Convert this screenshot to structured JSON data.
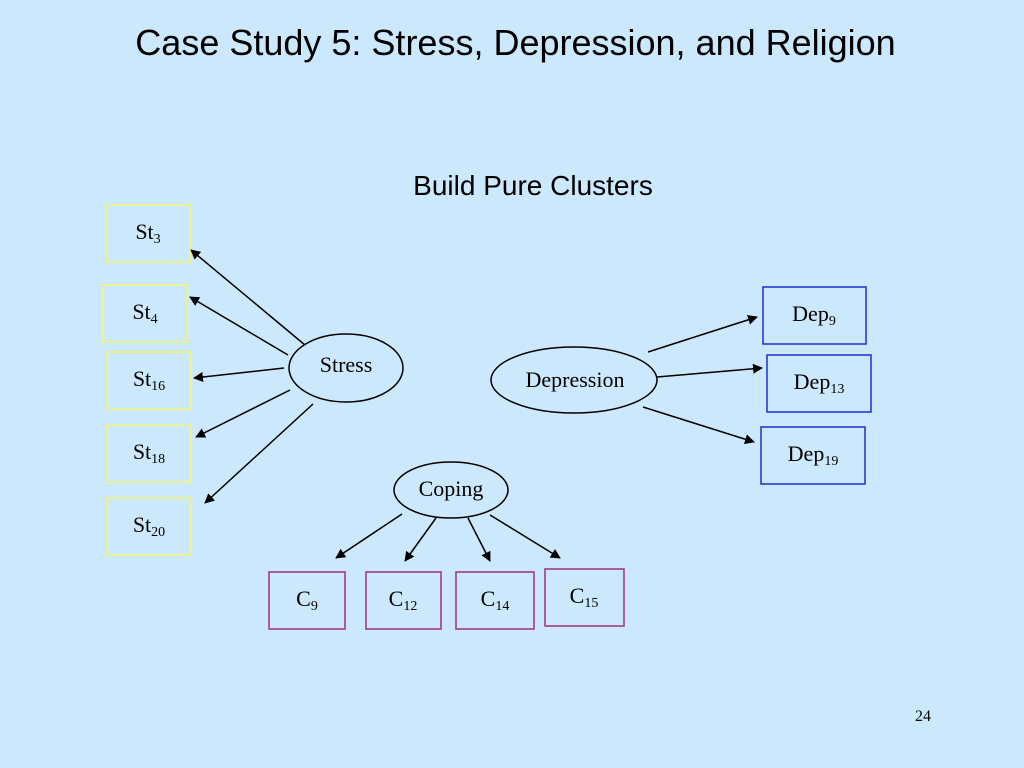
{
  "slide": {
    "title": "Case Study 5: Stress, Depression, and Religion",
    "subtitle": "Build Pure Clusters",
    "page_number": "24"
  },
  "latent": {
    "stress": "Stress",
    "depression": "Depression",
    "coping": "Coping"
  },
  "indicators": {
    "stress": [
      {
        "base": "St",
        "sub": "3"
      },
      {
        "base": "St",
        "sub": "4"
      },
      {
        "base": "St",
        "sub": "16"
      },
      {
        "base": "St",
        "sub": "18"
      },
      {
        "base": "St",
        "sub": "20"
      }
    ],
    "depression": [
      {
        "base": "Dep",
        "sub": "9"
      },
      {
        "base": "Dep",
        "sub": "13"
      },
      {
        "base": "Dep",
        "sub": "19"
      }
    ],
    "coping": [
      {
        "base": "C",
        "sub": "9"
      },
      {
        "base": "C",
        "sub": "12"
      },
      {
        "base": "C",
        "sub": "14"
      },
      {
        "base": "C",
        "sub": "15"
      }
    ]
  },
  "colors": {
    "background": "#cce8fc",
    "stress_box_border": "#f5f56e",
    "depression_box_border": "#1b2fd6",
    "coping_box_border": "#a0307a",
    "arrow": "#000000"
  }
}
